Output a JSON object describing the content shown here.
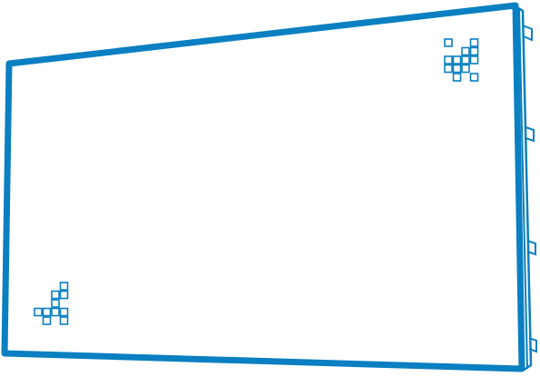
{
  "illustration": {
    "subject": "panel-outline",
    "line_color": "#0a7fc1",
    "background_color": "#ffffff",
    "decorations": [
      "pixel-squares-top-right",
      "pixel-squares-bottom-left"
    ]
  }
}
